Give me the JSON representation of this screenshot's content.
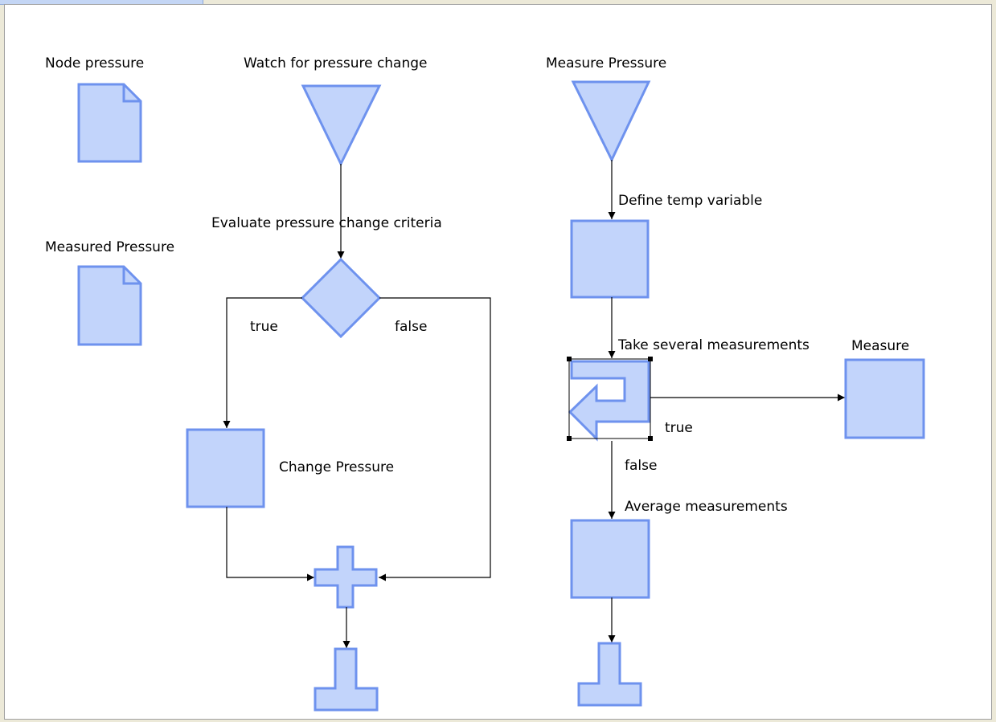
{
  "diagram": {
    "labels": {
      "node_pressure": "Node pressure",
      "measured_pressure": "Measured Pressure",
      "watch_change": "Watch for pressure change",
      "evaluate_criteria": "Evaluate pressure change criteria",
      "true_left": "true",
      "false_left": "false",
      "change_pressure": "Change Pressure",
      "measure_pressure": "Measure Pressure",
      "define_temp": "Define temp variable",
      "take_measurements": "Take several measurements",
      "measure": "Measure",
      "true_loop": "true",
      "false_loop": "false",
      "average": "Average measurements"
    },
    "colors": {
      "shape_fill": "#c2d4fb",
      "shape_stroke": "#6e92ee"
    }
  }
}
